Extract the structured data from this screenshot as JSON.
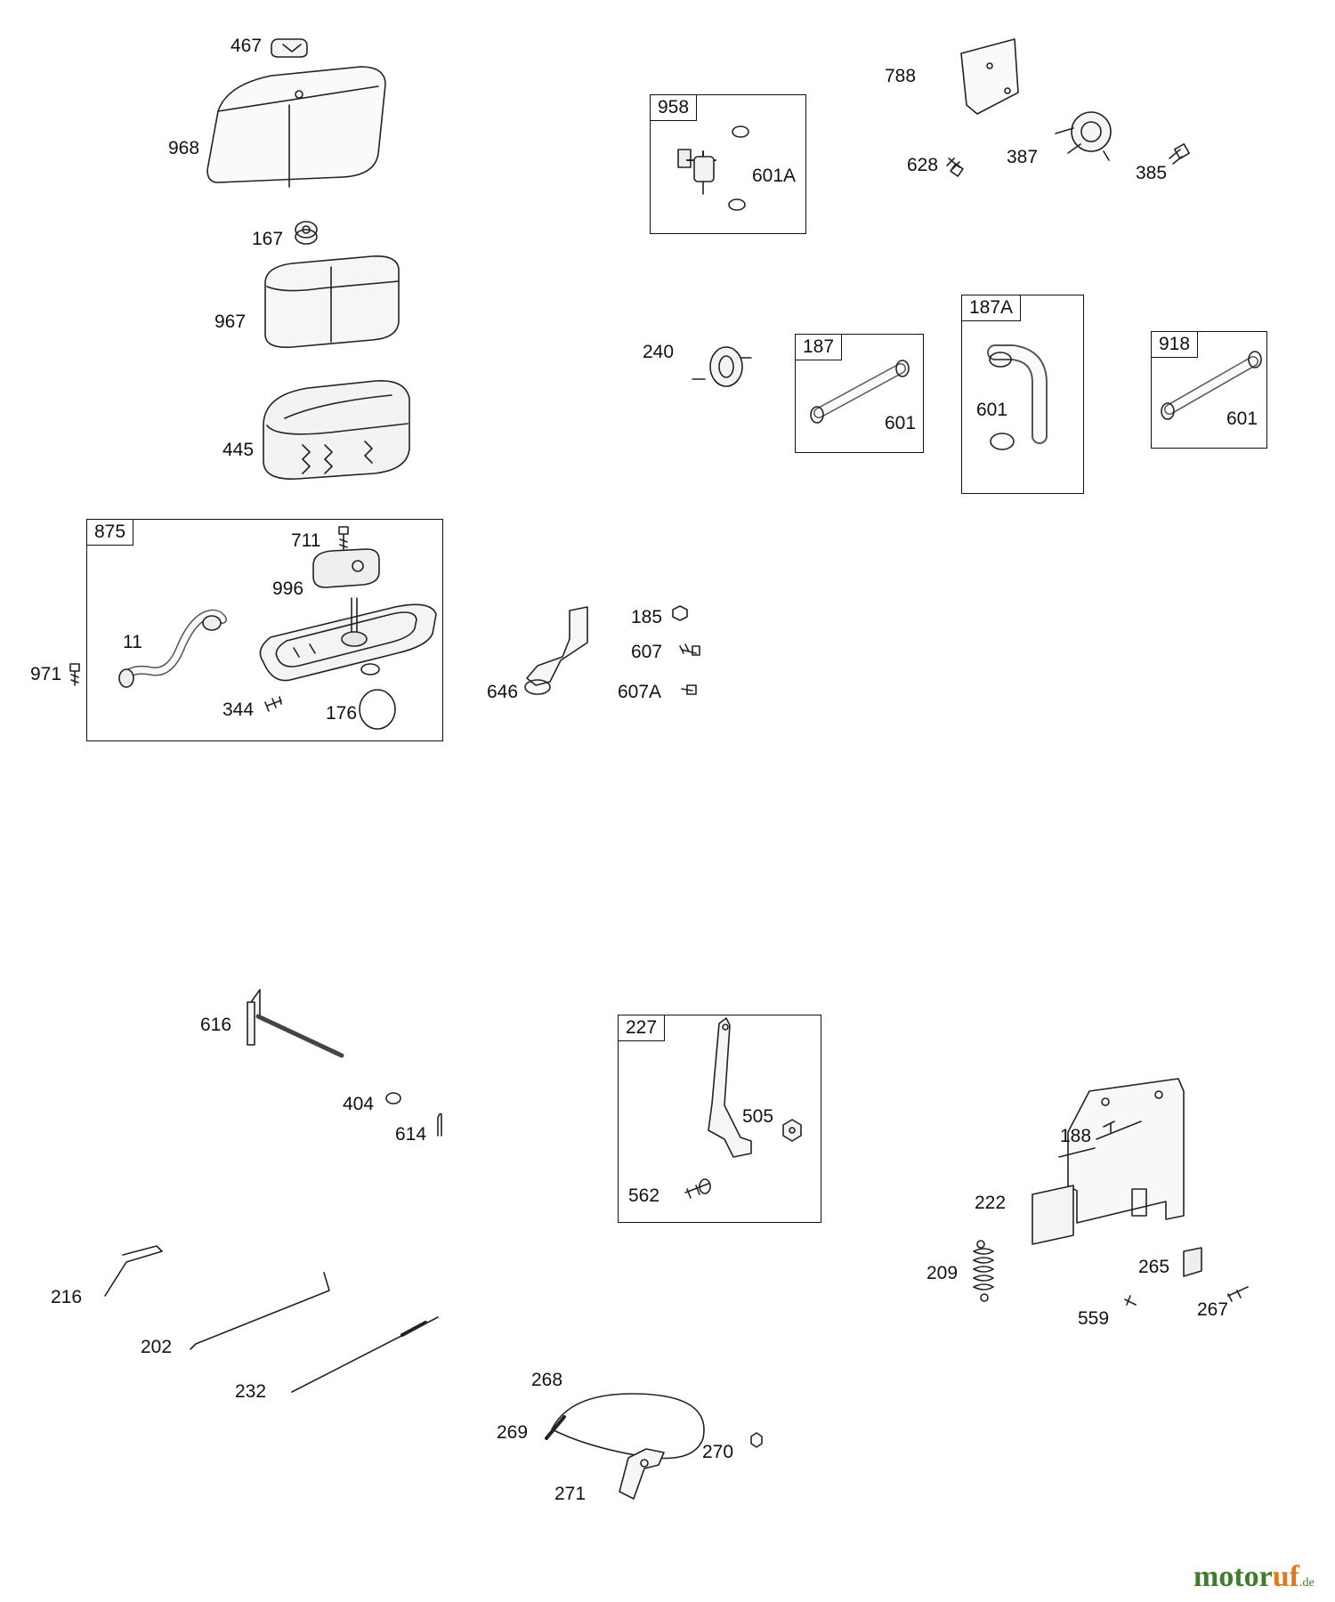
{
  "diagram": {
    "labels": {
      "467": "467",
      "968": "968",
      "167": "167",
      "967": "967",
      "445": "445",
      "711": "711",
      "996": "996",
      "11": "11",
      "971": "971",
      "344": "344",
      "176": "176",
      "601A": "601A",
      "788": "788",
      "628": "628",
      "387": "387",
      "385": "385",
      "240": "240",
      "601_a": "601",
      "601_b": "601",
      "601_c": "601",
      "185": "185",
      "607": "607",
      "607A": "607A",
      "646": "646",
      "616": "616",
      "404": "404",
      "614": "614",
      "505": "505",
      "562": "562",
      "188": "188",
      "222": "222",
      "209": "209",
      "265": "265",
      "559": "559",
      "267": "267",
      "216": "216",
      "202": "202",
      "232": "232",
      "268": "268",
      "269": "269",
      "270": "270",
      "271": "271"
    },
    "kits": {
      "875": "875",
      "958": "958",
      "187": "187",
      "187A": "187A",
      "918": "918",
      "227": "227"
    }
  },
  "watermark": {
    "part1": "motor",
    "part2": "uf",
    "suffix": ".de"
  },
  "colors": {
    "line": "#111111",
    "brand_green": "#3f7d2c",
    "brand_orange": "#e07b1a"
  }
}
